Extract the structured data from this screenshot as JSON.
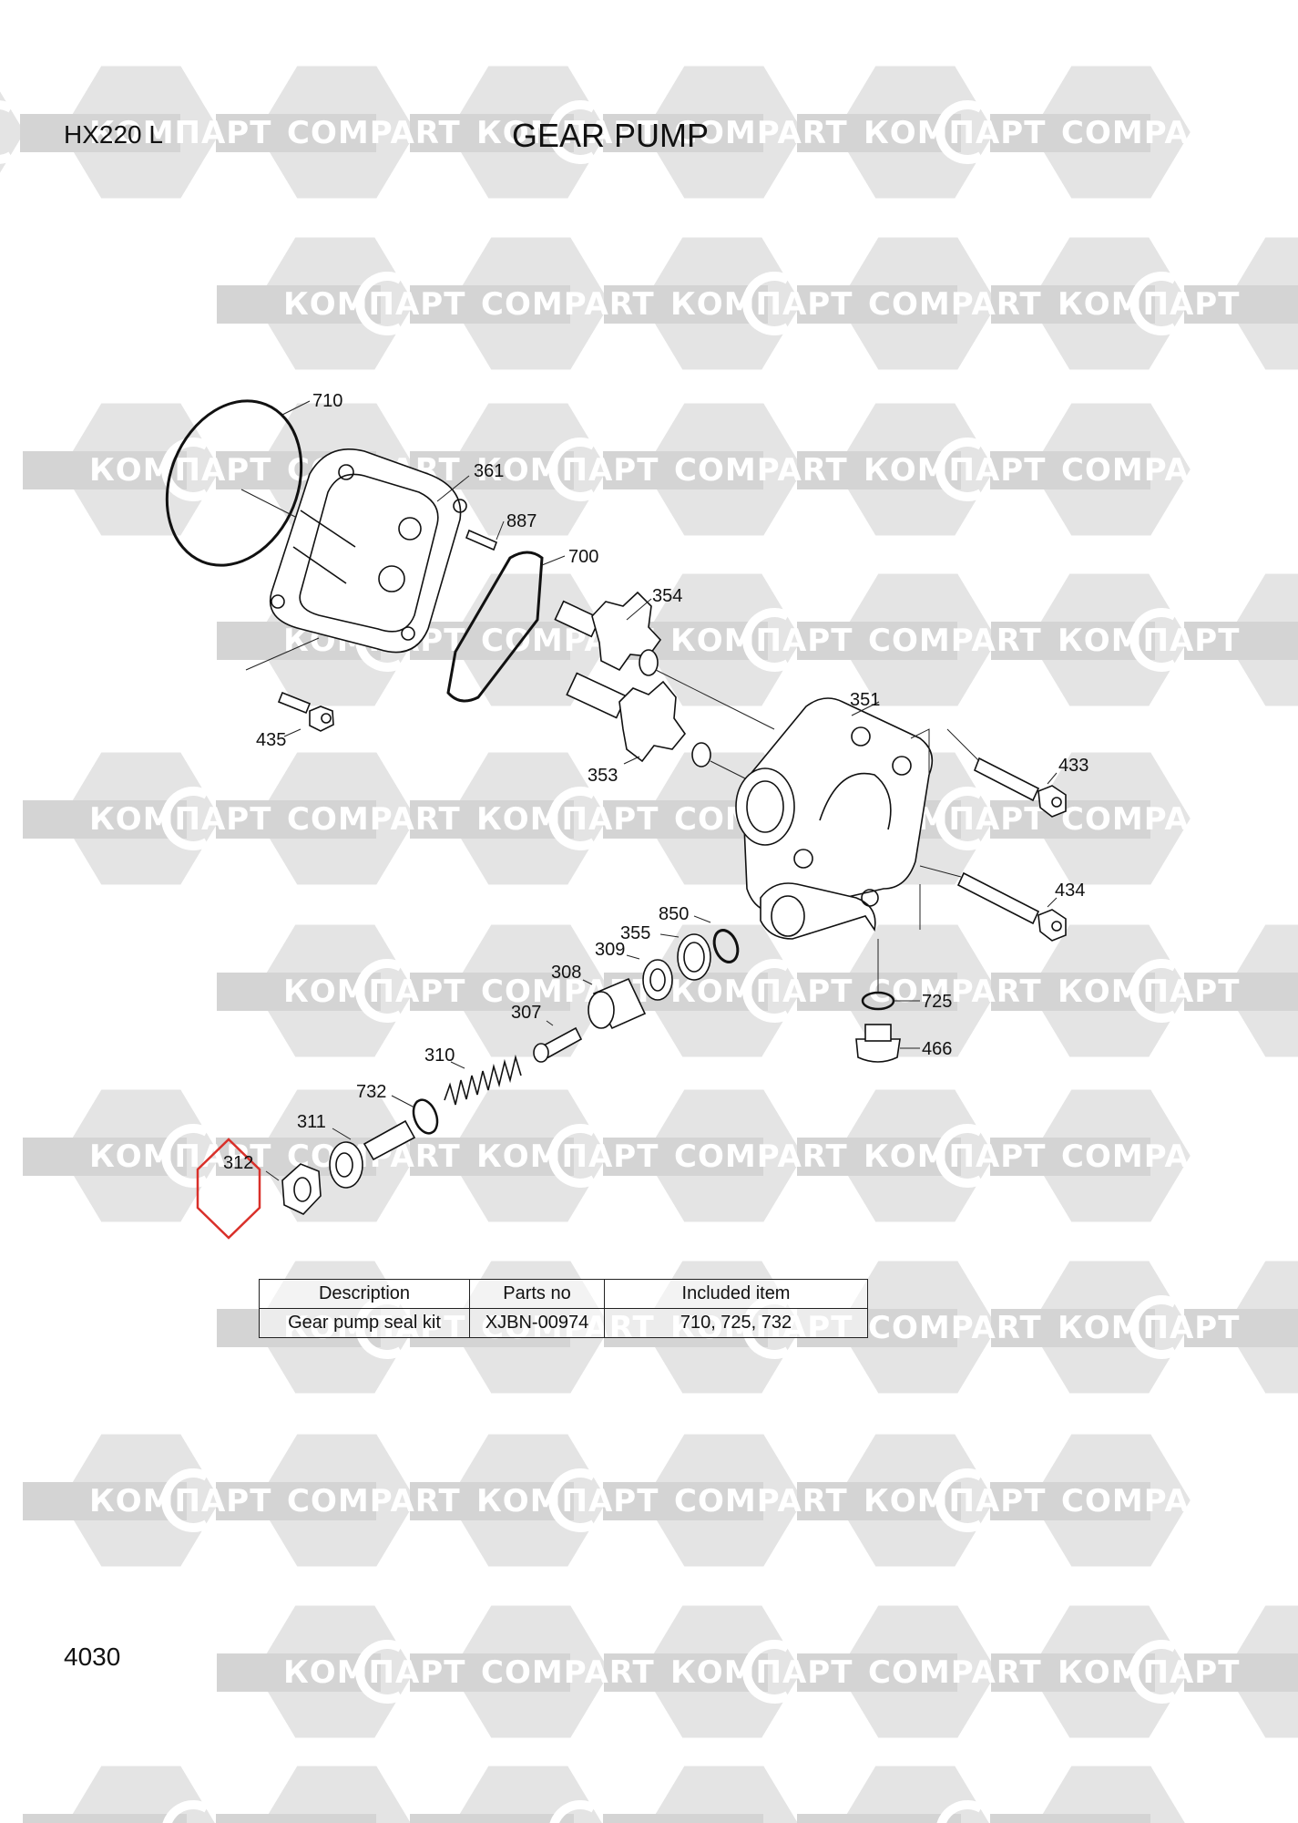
{
  "header": {
    "model": "HX220 L",
    "title": "GEAR PUMP"
  },
  "watermark": {
    "left_text": "КОМПАРТ",
    "right_text": "COMPART",
    "color": "#e4e4e4"
  },
  "callouts": {
    "p710": "710",
    "p361": "361",
    "p887": "887",
    "p700": "700",
    "p354": "354",
    "p435": "435",
    "p351": "351",
    "p353": "353",
    "p433": "433",
    "p434": "434",
    "p850": "850",
    "p355": "355",
    "p309": "309",
    "p308": "308",
    "p307": "307",
    "p725": "725",
    "p466": "466",
    "p310": "310",
    "p732": "732",
    "p311": "311",
    "p312": "312"
  },
  "highlight": {
    "part": "312",
    "color": "#d9302a"
  },
  "seal_kit_table": {
    "headers": [
      "Description",
      "Parts no",
      "Included item"
    ],
    "rows": [
      [
        "Gear pump seal kit",
        "XJBN-00974",
        "710, 725, 732"
      ]
    ]
  },
  "footer": {
    "page_number": "4030"
  }
}
